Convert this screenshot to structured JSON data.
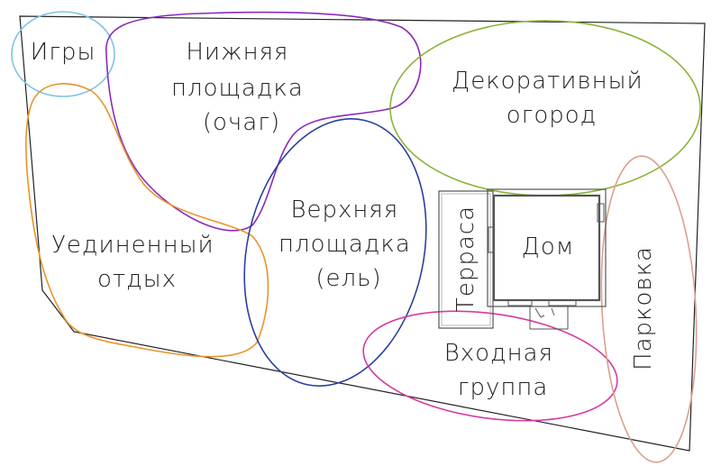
{
  "colors": {
    "outline": "#222222",
    "games": "#7ec3e6",
    "lower_area": "#8a2bb8",
    "decorative_garden": "#8db33a",
    "quiet_rest": "#e8932a",
    "upper_area": "#2b3f9e",
    "entrance": "#d63aa0",
    "parking": "#d9a08e",
    "house": "#555555"
  },
  "zones": {
    "games": {
      "label": "Игры"
    },
    "lower_area": {
      "lines": [
        "Нижняя",
        "площадка",
        "(очаг)"
      ]
    },
    "decorative_garden": {
      "lines": [
        "Декоративный",
        "огород"
      ]
    },
    "quiet_rest": {
      "lines": [
        "Уединенный",
        "отдых"
      ]
    },
    "upper_area": {
      "lines": [
        "Верхняя",
        "площадка",
        "(ель)"
      ]
    },
    "terrace": {
      "label": "Терраса"
    },
    "house": {
      "label": "Дом"
    },
    "entrance": {
      "lines": [
        "Входная",
        "группа"
      ]
    },
    "parking": {
      "label": "Парковка"
    }
  }
}
